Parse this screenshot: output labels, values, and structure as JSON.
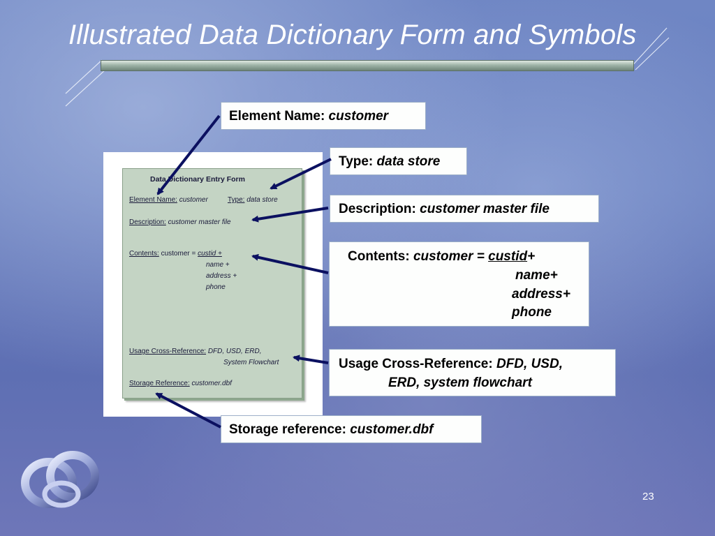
{
  "slide": {
    "title": "Illustrated Data Dictionary Form and Symbols",
    "page_number": "23"
  },
  "form": {
    "heading": "Data Dictionary Entry Form",
    "element_name_label": "Element Name:",
    "element_name_value": "customer",
    "type_label": "Type:",
    "type_value": "data store",
    "description_label": "Description:",
    "description_value": "customer master file",
    "contents_label": "Contents:",
    "contents_lead": "customer =",
    "contents_items": [
      "custid +",
      "name +",
      "address +",
      "phone"
    ],
    "usage_label": "Usage Cross-Reference:",
    "usage_value_1": "DFD, USD, ERD,",
    "usage_value_2": "System Flowchart",
    "storage_label": "Storage Reference:",
    "storage_value": "customer.dbf"
  },
  "callouts": {
    "element_name": {
      "label": "Element Name: ",
      "value": "customer"
    },
    "type": {
      "label": "Type: ",
      "value": "data store"
    },
    "description": {
      "label": "Description: ",
      "value": "customer master file"
    },
    "contents": {
      "label": "Contents: ",
      "lead": "customer = ",
      "first_item": "custid",
      "plus": "+",
      "items": [
        "name+",
        "address+",
        "phone"
      ]
    },
    "usage": {
      "label": "Usage Cross-Reference: ",
      "value_1": "DFD, USD,",
      "value_2": "ERD, system flowchart"
    },
    "storage": {
      "label": "Storage reference: ",
      "value": "customer.dbf"
    }
  },
  "colors": {
    "arrow": "#0b1060",
    "title": "#ffffff"
  },
  "icons": [
    "knot-logo-icon"
  ]
}
